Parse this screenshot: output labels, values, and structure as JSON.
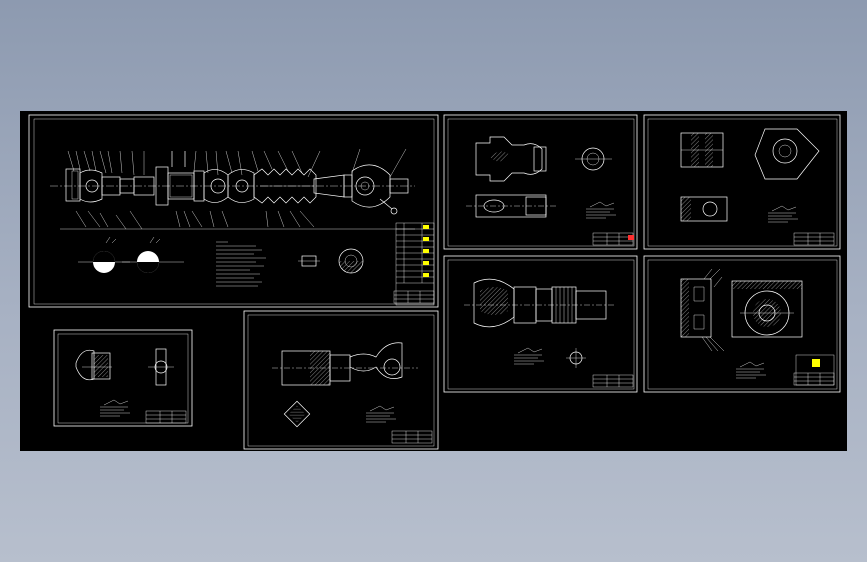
{
  "canvas": {
    "background": "#000000",
    "line_color": "#ffffff",
    "highlight_color": "#ffff00"
  },
  "sheets": [
    {
      "id": "assembly",
      "content": "drive-shaft-assembly"
    },
    {
      "id": "part-fork-top",
      "content": "yoke-detail"
    },
    {
      "id": "part-flange",
      "content": "flange-yoke-detail"
    },
    {
      "id": "part-spline",
      "content": "spline-yoke-detail"
    },
    {
      "id": "part-bearing",
      "content": "bearing-housing-detail"
    },
    {
      "id": "part-small",
      "content": "small-yoke-detail"
    },
    {
      "id": "part-shaft",
      "content": "shaft-yoke-detail"
    }
  ]
}
